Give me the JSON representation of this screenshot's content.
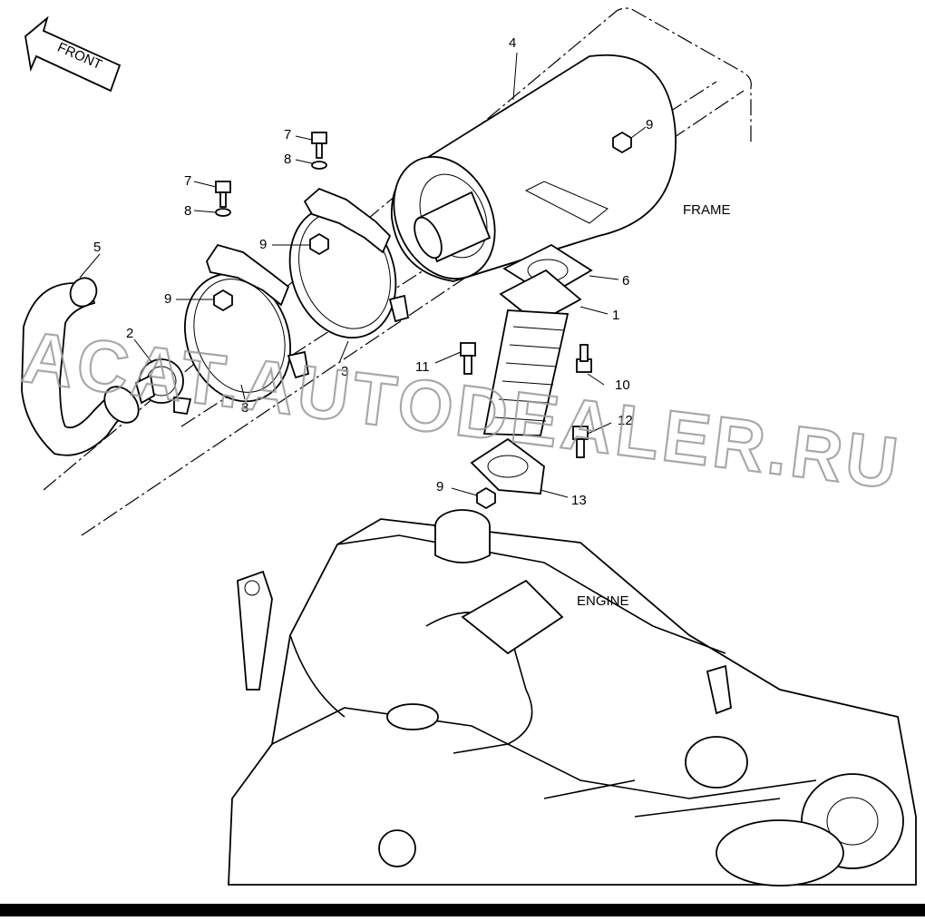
{
  "front_label": "FRONT",
  "frame_label": "FRAME",
  "engine_label": "ENGINE",
  "watermark": "ACAT.AUTODEALER.RU",
  "callouts": {
    "c1": "1",
    "c2": "2",
    "c3a": "3",
    "c3b": "3",
    "c4": "4",
    "c5": "5",
    "c6": "6",
    "c7a": "7",
    "c7b": "7",
    "c8a": "8",
    "c8b": "8",
    "c9a": "9",
    "c9b": "9",
    "c9c": "9",
    "c9d": "9",
    "c10": "10",
    "c11": "11",
    "c12": "12",
    "c13": "13"
  }
}
